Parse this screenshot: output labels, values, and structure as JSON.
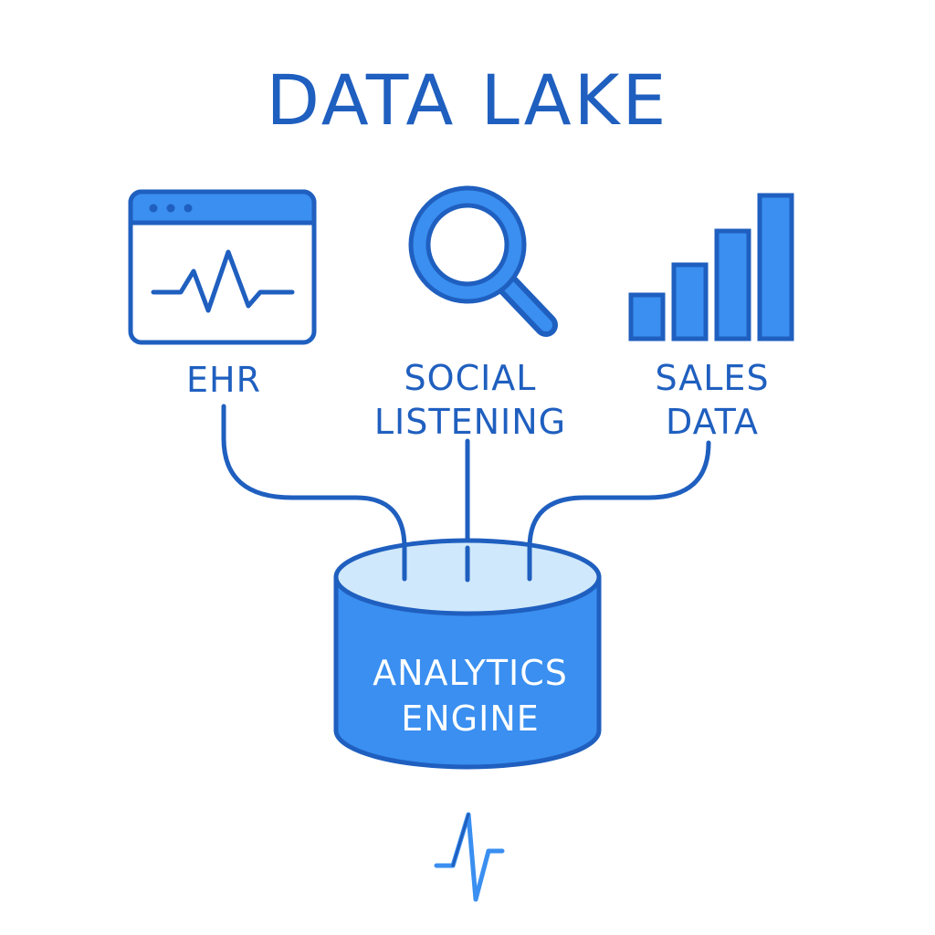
{
  "title": "DATA LAKE",
  "sources": [
    {
      "id": "ehr",
      "lines": [
        "EHR"
      ],
      "icon": "ehr-monitor-icon"
    },
    {
      "id": "social",
      "lines": [
        "SOCIAL",
        "LISTENING"
      ],
      "icon": "magnifier-icon"
    },
    {
      "id": "sales",
      "lines": [
        "SALES",
        "DATA"
      ],
      "icon": "bar-chart-icon"
    }
  ],
  "engine": {
    "lines": [
      "ANALYTICS",
      "ENGINE"
    ],
    "icon": "database-cylinder-icon"
  },
  "footer_icon": "pulse-logo-icon",
  "colors": {
    "primary": "#1f5fbf",
    "fill": "#3a8ff0",
    "light_fill": "#cfe8fb",
    "background": "#ffffff"
  }
}
